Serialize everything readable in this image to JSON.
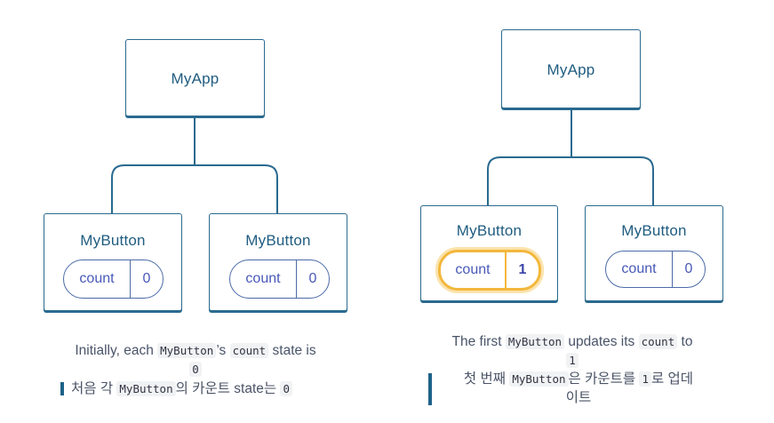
{
  "left": {
    "root": "MyApp",
    "children": [
      {
        "title": "MyButton",
        "count_label": "count",
        "count_value": "0"
      },
      {
        "title": "MyButton",
        "count_label": "count",
        "count_value": "0"
      }
    ],
    "caption": {
      "t1": "Initially, each ",
      "c1": "MyButton",
      "t2": "’s ",
      "c2": "count",
      "t3": " state is",
      "c3": "0"
    },
    "ko": {
      "t1": "처음 각 ",
      "c1": "MyButton",
      "t2": "의 카운트 state는 ",
      "c2": "0"
    }
  },
  "right": {
    "root": "MyApp",
    "children": [
      {
        "title": "MyButton",
        "count_label": "count",
        "count_value": "1",
        "highlighted": true
      },
      {
        "title": "MyButton",
        "count_label": "count",
        "count_value": "0"
      }
    ],
    "caption": {
      "t1": "The first ",
      "c1": "MyButton",
      "t2": " updates its ",
      "c2": "count",
      "t3": " to",
      "c3": "1"
    },
    "ko": {
      "t1": "첫 번째 ",
      "c1": "MyButton",
      "t2": "은 카운트를 ",
      "c2": "1",
      "t3": "로 업데",
      "t4": "이트"
    }
  },
  "colors": {
    "border": "#2a6a8f",
    "highlight": "#f2b73c",
    "sparkle": "#f4b740"
  }
}
